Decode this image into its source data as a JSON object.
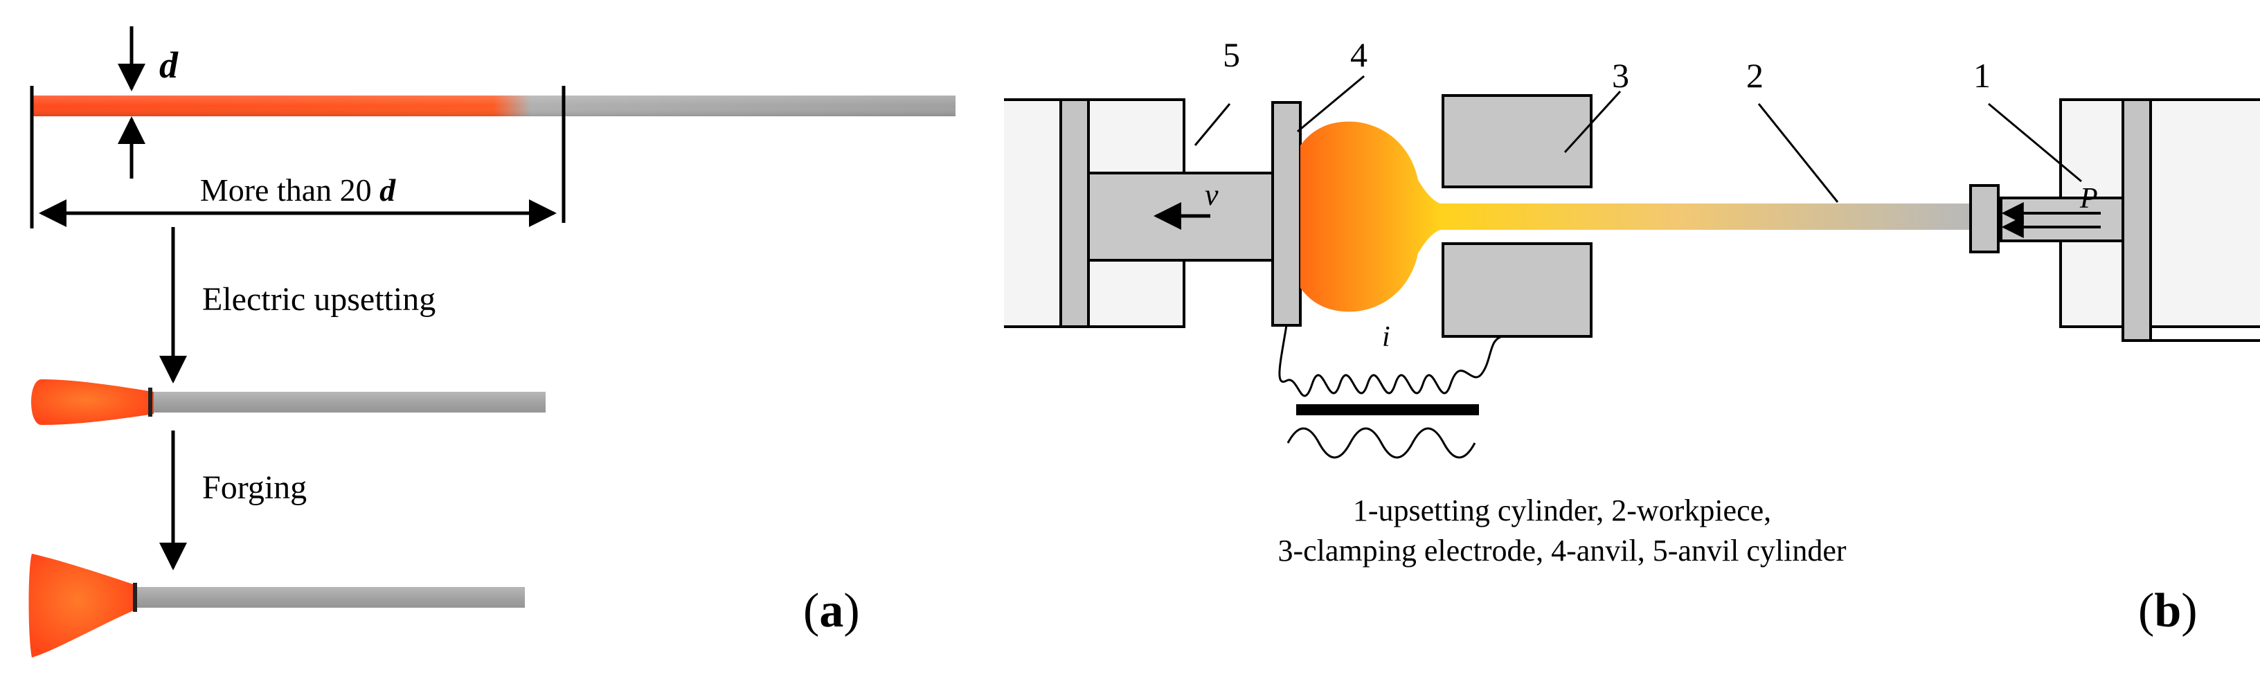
{
  "panel_a": {
    "diameter_symbol": "d",
    "length_label_text": "More than 20 ",
    "length_label_symbol": "d",
    "step1_label": "Electric upsetting",
    "step2_label": "Forging",
    "panel_label_open": "(",
    "panel_label_letter": "a",
    "panel_label_close": ")"
  },
  "panel_b": {
    "callouts": [
      "5",
      "4",
      "3",
      "2",
      "1"
    ],
    "velocity_symbol": "v",
    "current_symbol": "i",
    "pressure_symbol": "P",
    "caption_line1": "1-upsetting cylinder, 2-workpiece,",
    "caption_line2": "3-clamping electrode, 4-anvil, 5-anvil cylinder",
    "panel_label_open": "(",
    "panel_label_letter": "b",
    "panel_label_close": ")"
  },
  "colors": {
    "hot": "#ff4a1c",
    "hot_core": "#ff7a2a",
    "warm": "#ffc21a",
    "cold": "#a9a9a9",
    "cold_dark": "#8f8f8f",
    "part_fill": "#c8c8c8",
    "frame_fill": "#efefef",
    "ink": "#000000"
  }
}
